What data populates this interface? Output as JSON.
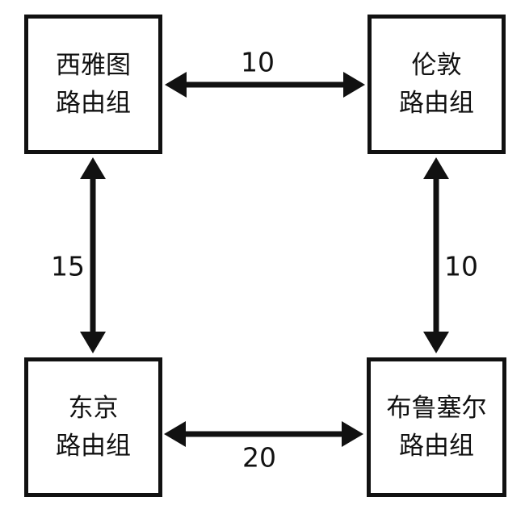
{
  "diagram": {
    "background_color": "#ffffff",
    "stroke_color": "#111111",
    "nodes": [
      {
        "id": "seattle",
        "line1": "西雅图",
        "line2": "路由组"
      },
      {
        "id": "london",
        "line1": "伦敦",
        "line2": "路由组"
      },
      {
        "id": "tokyo",
        "line1": "东京",
        "line2": "路由组"
      },
      {
        "id": "brussels",
        "line1": "布鲁塞尔",
        "line2": "路由组"
      }
    ],
    "edges": [
      {
        "from": "西雅图路由组",
        "to": "伦敦路由组",
        "weight": "10",
        "direction": "bidirectional"
      },
      {
        "from": "西雅图路由组",
        "to": "东京路由组",
        "weight": "15",
        "direction": "bidirectional"
      },
      {
        "from": "伦敦路由组",
        "to": "布鲁塞尔路由组",
        "weight": "10",
        "direction": "bidirectional"
      },
      {
        "from": "东京路由组",
        "to": "布鲁塞尔路由组",
        "weight": "20",
        "direction": "bidirectional"
      }
    ]
  }
}
